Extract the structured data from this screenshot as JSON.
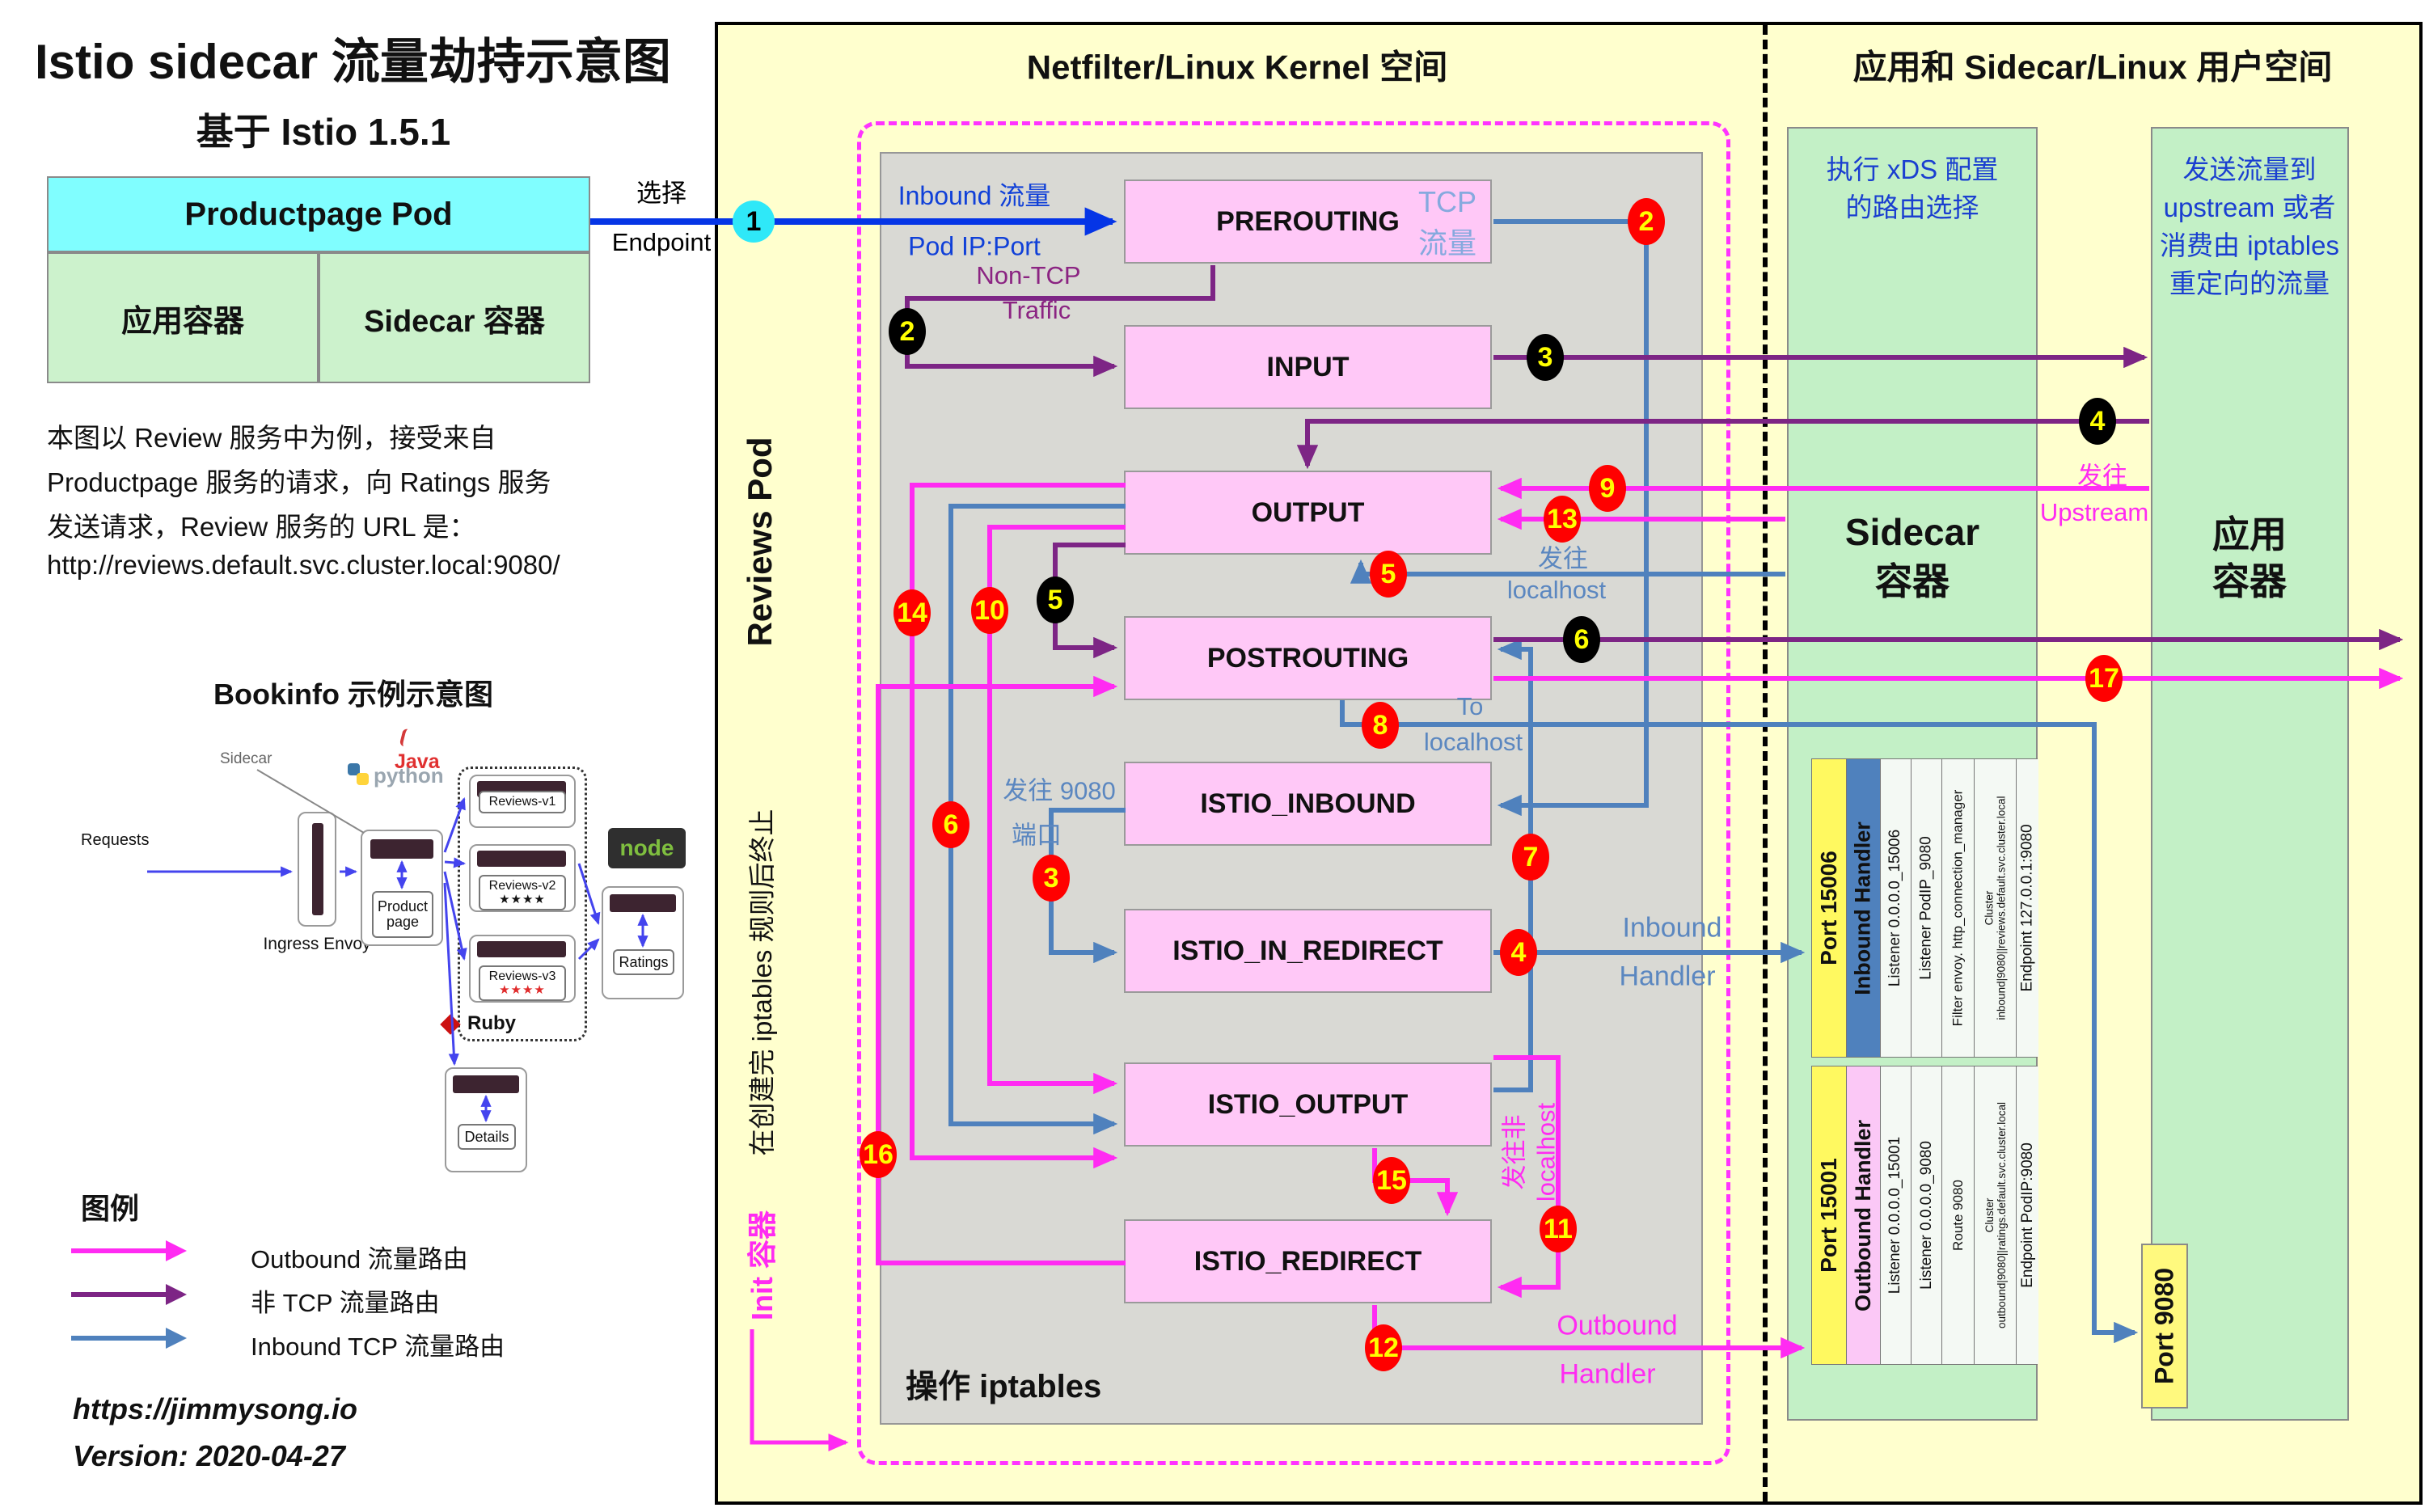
{
  "left_panel": {
    "title": "Istio sidecar 流量劫持示意图",
    "subtitle": "基于 Istio 1.5.1",
    "pod": {
      "header": "Productpage Pod",
      "cells": [
        "应用容器",
        "Sidecar 容器"
      ]
    },
    "description_lines": [
      "本图以 Review 服务中为例，接受来自",
      "Productpage 服务的请求，向 Ratings 服务",
      "发送请求，Review 服务的 URL 是：",
      "http://reviews.default.svc.cluster.local:9080/"
    ],
    "bookinfo": {
      "title": "Bookinfo 示例示意图",
      "requests": "Requests",
      "ingress": "Ingress Envoy",
      "sidecar": "Sidecar",
      "product": "Product\npage",
      "v1": "Reviews-v1",
      "v2": "Reviews-v2",
      "v3": "Reviews-v3",
      "ratings": "Ratings",
      "details": "Details",
      "python": "python",
      "java": "Java",
      "node": "node",
      "ruby": "Ruby",
      "stars": "★★★★"
    },
    "legend": {
      "title": "图例",
      "items": [
        {
          "label": "Outbound 流量路由",
          "color": "#FF2BF2"
        },
        {
          "label": "非 TCP 流量路由",
          "color": "#7D2585"
        },
        {
          "label": "Inbound TCP 流量路由",
          "color": "#4F81BD"
        }
      ]
    },
    "footer": [
      "https://jimmysong.io",
      "Version: 2020-04-27"
    ]
  },
  "kernel": {
    "title": "Netfilter/Linux Kernel 空间",
    "pod_label": "Reviews Pod",
    "init_note": "在创建完 iptables 规则后终止",
    "init_label": "Init 容器",
    "iptables_label": "操作 iptables",
    "chains": [
      "PREROUTING",
      "INPUT",
      "OUTPUT",
      "POSTROUTING",
      "ISTIO_INBOUND",
      "ISTIO_IN_REDIRECT",
      "ISTIO_OUTPUT",
      "ISTIO_REDIRECT"
    ]
  },
  "user_space": {
    "title": "应用和 Sidecar/Linux 用户空间",
    "sidecar": {
      "note": [
        "执行 xDS 配置",
        "的路由选择"
      ],
      "name": [
        "Sidecar",
        "容器"
      ]
    },
    "app": {
      "note": [
        "发送流量到",
        "upstream 或者",
        "消费由 iptables",
        "重定向的流量"
      ],
      "name": [
        "应用",
        "容器"
      ],
      "port_label": "Port 9080"
    },
    "inbound_table": {
      "port": "Port 15006",
      "handler": "Inbound Handler",
      "cols": [
        "Listener 0.0.0.0_15006",
        "Listener PodIP_9080",
        "Filter envoy. http_connection_manager",
        "Cluster\ninbound|9080||reviews.default.svc.cluster.local",
        "Endpoint 127.0.0.1:9080"
      ]
    },
    "outbound_table": {
      "port": "Port 15001",
      "handler": "Outbound Handler",
      "cols": [
        "Listener 0.0.0.0_15001",
        "Listener 0.0.0.0_9080",
        "Route 9080",
        "Cluster\noutbound|9080||ratings.default.svc.cluster.local",
        "Endpoint PodIP:9080"
      ]
    }
  },
  "flow_labels": {
    "select_endpoint": [
      "选择",
      "Endpoint"
    ],
    "inbound_traffic": [
      "Inbound 流量",
      "Pod IP:Port"
    ],
    "tcp_traffic": [
      "TCP",
      "流量"
    ],
    "non_tcp": [
      "Non-TCP",
      "Traffic"
    ],
    "to_localhost_out": [
      "发往",
      "localhost"
    ],
    "to_localhost": [
      "To",
      "localhost"
    ],
    "to_9080": [
      "发往 9080",
      "端口"
    ],
    "inbound_handler": [
      "Inbound",
      "Handler"
    ],
    "non_localhost": [
      "发往非",
      "localhost"
    ],
    "outbound_handler": [
      "Outbound",
      "Handler"
    ],
    "to_upstream": [
      "发往",
      "Upstream"
    ]
  },
  "badges": [
    {
      "id": "c1",
      "label": "1",
      "style": "cyan"
    },
    {
      "id": "r2",
      "label": "2",
      "style": "red"
    },
    {
      "id": "b2",
      "label": "2",
      "style": "black"
    },
    {
      "id": "b3",
      "label": "3",
      "style": "black"
    },
    {
      "id": "b4",
      "label": "4",
      "style": "black"
    },
    {
      "id": "b5",
      "label": "5",
      "style": "black"
    },
    {
      "id": "b6",
      "label": "6",
      "style": "black"
    },
    {
      "id": "r3",
      "label": "3",
      "style": "red"
    },
    {
      "id": "r4",
      "label": "4",
      "style": "red"
    },
    {
      "id": "r5",
      "label": "5",
      "style": "red"
    },
    {
      "id": "r6",
      "label": "6",
      "style": "red"
    },
    {
      "id": "r7",
      "label": "7",
      "style": "red"
    },
    {
      "id": "r8",
      "label": "8",
      "style": "red"
    },
    {
      "id": "r9",
      "label": "9",
      "style": "red"
    },
    {
      "id": "r10",
      "label": "10",
      "style": "red"
    },
    {
      "id": "r11",
      "label": "11",
      "style": "red"
    },
    {
      "id": "r12",
      "label": "12",
      "style": "red"
    },
    {
      "id": "r13",
      "label": "13",
      "style": "red"
    },
    {
      "id": "r14",
      "label": "14",
      "style": "red"
    },
    {
      "id": "r15",
      "label": "15",
      "style": "red"
    },
    {
      "id": "r16",
      "label": "16",
      "style": "red"
    },
    {
      "id": "r17",
      "label": "17",
      "style": "red"
    }
  ],
  "colors": {
    "outbound": "#FF2BF2",
    "non_tcp": "#7D2585",
    "inbound_tcp": "#4F81BD",
    "inbound_entry": "#0535E6",
    "kernel_bg": "#FFFFCE",
    "pod_gray": "#D9D9D4",
    "chain_pink": "#FFC8F7",
    "container_green": "#C3F0C6",
    "pod_cyan": "#80FEFF"
  }
}
